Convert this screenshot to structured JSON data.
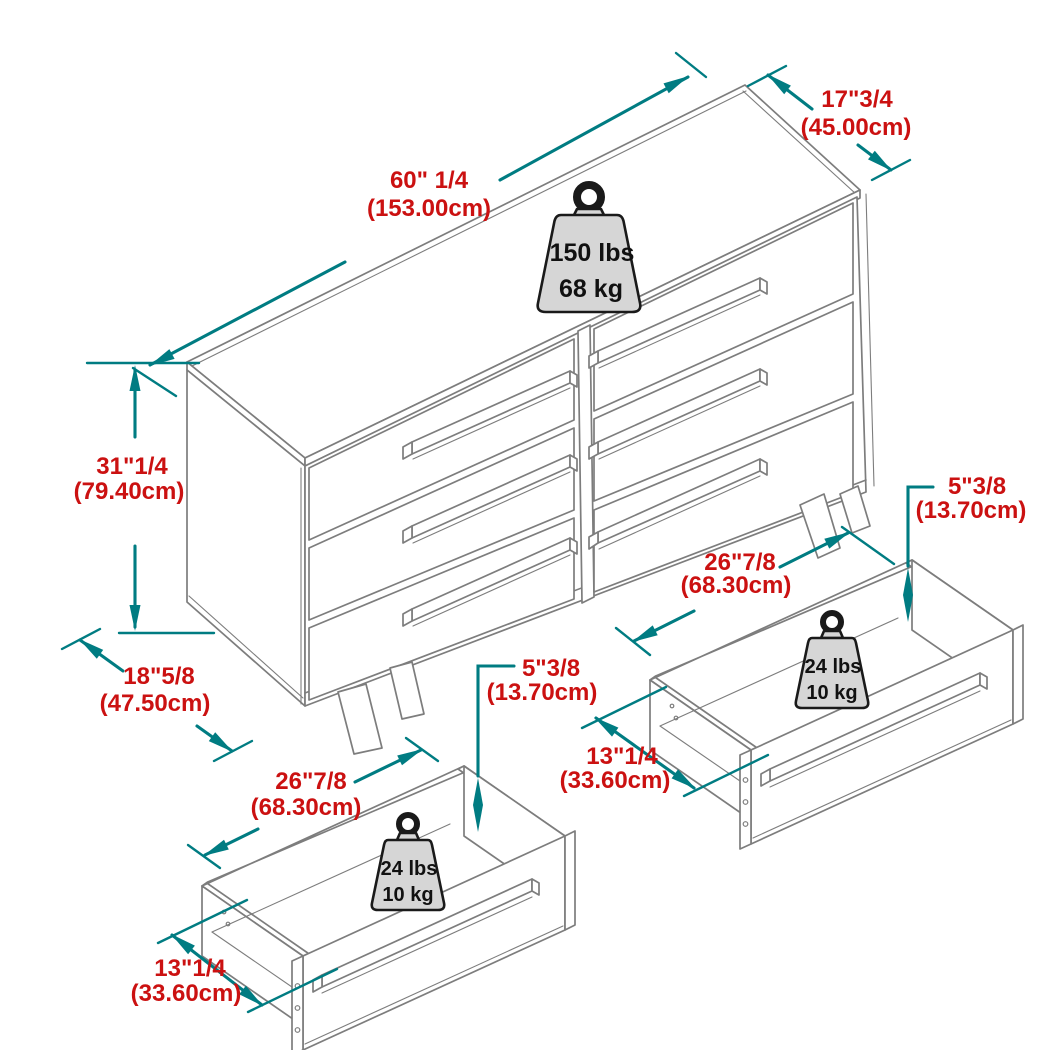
{
  "colors": {
    "dimension_teal": "#007c82",
    "label_red": "#cb1111",
    "line_gray": "#7d7d7d",
    "weight_fill": "#d6d6d6",
    "weight_outline": "#1a1a1a",
    "background": "#ffffff"
  },
  "dresser": {
    "width_in": "60\" 1/4",
    "width_cm": "(153.00cm)",
    "top_depth_in": "17\"3/4",
    "top_depth_cm": "(45.00cm)",
    "height_in": "31\"1/4",
    "height_cm": "(79.40cm)",
    "base_depth_in": "18\"5/8",
    "base_depth_cm": "(47.50cm)",
    "capacity_lbs": "150 lbs",
    "capacity_kg": "68 kg"
  },
  "drawer_center": {
    "width_in": "26\"7/8",
    "width_cm": "(68.30cm)",
    "height_in": "5\"3/8",
    "height_cm": "(13.70cm)",
    "depth_in": "13\"1/4",
    "depth_cm": "(33.60cm)",
    "capacity_lbs": "24 lbs",
    "capacity_kg": "10 kg"
  },
  "drawer_right": {
    "width_in": "26\"7/8",
    "width_cm": "(68.30cm)",
    "height_in": "5\"3/8",
    "height_cm": "(13.70cm)",
    "depth_in": "13\"1/4",
    "depth_cm": "(33.60cm)",
    "capacity_lbs": "24 lbs",
    "capacity_kg": "10 kg"
  }
}
